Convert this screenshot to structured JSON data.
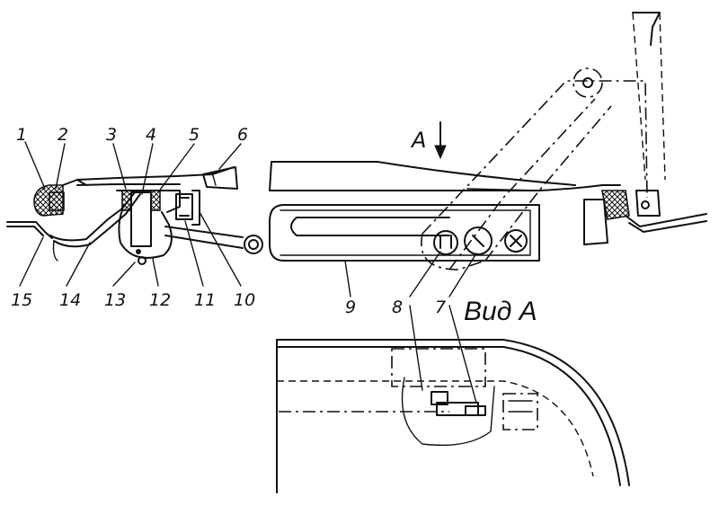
{
  "labels": {
    "n1": "1",
    "n2": "2",
    "n3": "3",
    "n4": "4",
    "n5": "5",
    "n6": "6",
    "n7": "7",
    "n8": "8",
    "n9": "9",
    "n10": "10",
    "n11": "11",
    "n12": "12",
    "n13": "13",
    "n14": "14",
    "n15": "15"
  },
  "view_arrow_label": "A",
  "view_caption": "Вид А"
}
